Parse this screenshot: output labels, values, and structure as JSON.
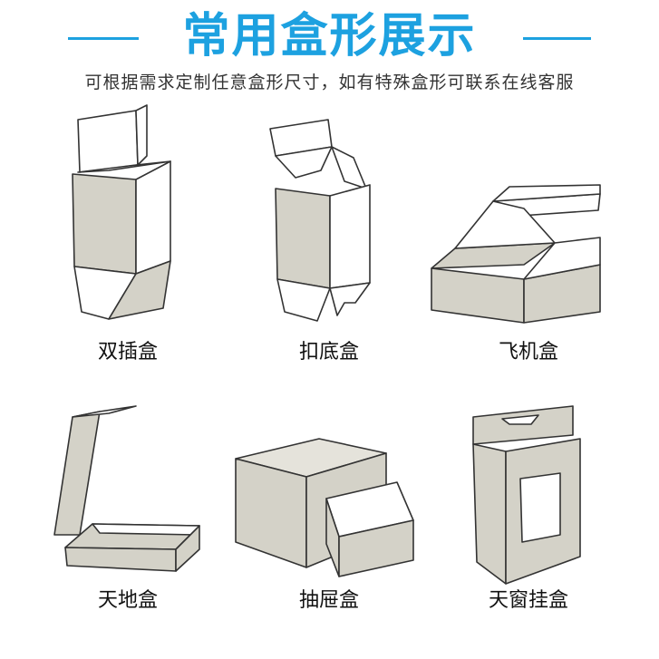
{
  "header": {
    "title": "常用盒形展示",
    "subtitle": "可根据需求定制任意盒形尺寸，如有特殊盒形可联系在线客服"
  },
  "boxes": [
    {
      "label": "双插盒",
      "icon": "double-tuck-box-icon"
    },
    {
      "label": "扣底盒",
      "icon": "lock-bottom-box-icon"
    },
    {
      "label": "飞机盒",
      "icon": "mailer-box-icon"
    },
    {
      "label": "天地盒",
      "icon": "lid-and-base-box-icon"
    },
    {
      "label": "抽屉盒",
      "icon": "drawer-box-icon"
    },
    {
      "label": "天窗挂盒",
      "icon": "window-hanging-box-icon"
    }
  ],
  "colors": {
    "accent": "#1da1e0",
    "box_face": "#d4d2c8"
  }
}
